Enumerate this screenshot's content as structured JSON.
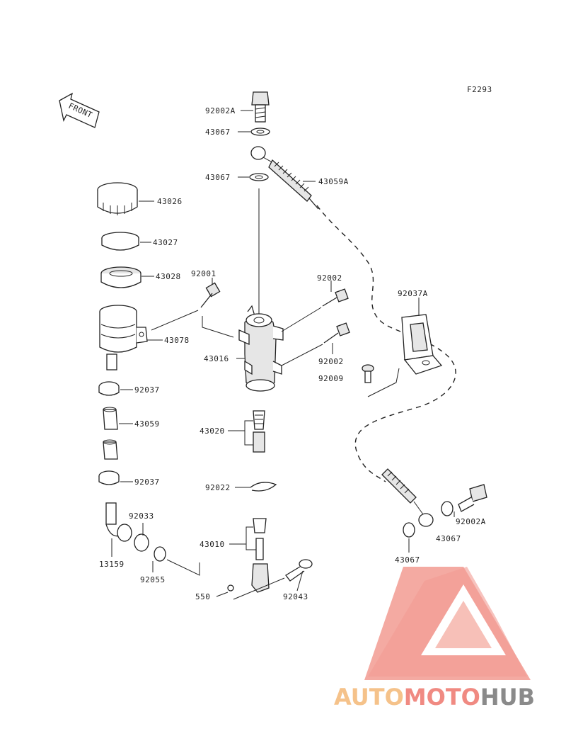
{
  "diagram_code": "F2293",
  "front_label": "FRONT",
  "parts": [
    {
      "id": "p1",
      "label": "92002A"
    },
    {
      "id": "p2",
      "label": "43067"
    },
    {
      "id": "p3",
      "label": "43067"
    },
    {
      "id": "p4",
      "label": "43059A"
    },
    {
      "id": "p5",
      "label": "43026"
    },
    {
      "id": "p6",
      "label": "43027"
    },
    {
      "id": "p7",
      "label": "43028"
    },
    {
      "id": "p8",
      "label": "92001"
    },
    {
      "id": "p9",
      "label": "92002"
    },
    {
      "id": "p10",
      "label": "92037A"
    },
    {
      "id": "p11",
      "label": "43078"
    },
    {
      "id": "p12",
      "label": "43016"
    },
    {
      "id": "p13",
      "label": "92002"
    },
    {
      "id": "p14",
      "label": "92009"
    },
    {
      "id": "p15",
      "label": "92037"
    },
    {
      "id": "p16",
      "label": "43059"
    },
    {
      "id": "p17",
      "label": "43020"
    },
    {
      "id": "p18",
      "label": "92037"
    },
    {
      "id": "p19",
      "label": "92022"
    },
    {
      "id": "p20",
      "label": "92002A"
    },
    {
      "id": "p21",
      "label": "92033"
    },
    {
      "id": "p22",
      "label": "43067"
    },
    {
      "id": "p23",
      "label": "43010"
    },
    {
      "id": "p24",
      "label": "43067"
    },
    {
      "id": "p25",
      "label": "13159"
    },
    {
      "id": "p26",
      "label": "92055"
    },
    {
      "id": "p27",
      "label": "550"
    },
    {
      "id": "p28",
      "label": "92043"
    }
  ],
  "watermark": {
    "parts": [
      {
        "text": "AUTO",
        "color": "#f5c28a"
      },
      {
        "text": "MOTO",
        "color": "#f08a82"
      },
      {
        "text": "HUB",
        "color": "#8a8a8a"
      }
    ],
    "logo_colors": {
      "outer": "#f29b92",
      "inner": "#f7c0b8"
    }
  }
}
